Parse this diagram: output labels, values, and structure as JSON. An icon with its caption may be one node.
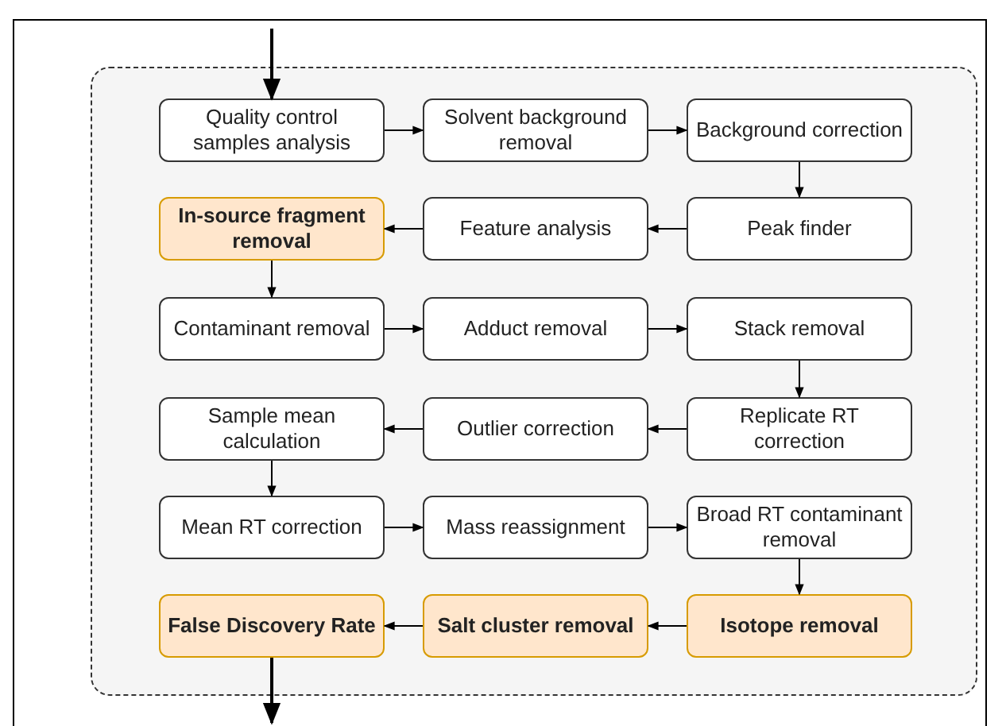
{
  "diagram": {
    "nodes": [
      {
        "text": [],
        "shape": "box"
      },
      {
        "text": [
          "Quality control samples analysis"
        ],
        "in": 0
      },
      {
        "text": [
          "Solvent background removal"
        ],
        "in": 0
      },
      {
        "text": [
          "Background correction"
        ],
        "in": 0
      },
      {
        "text": [
          "In-source fragment removal"
        ],
        "in": 0
      },
      {
        "text": [
          "Feature analysis"
        ],
        "in": 0
      },
      {
        "text": [
          "Peak finder"
        ],
        "in": 0
      },
      {
        "text": [
          "Contaminant removal"
        ],
        "in": 0
      },
      {
        "text": [
          "Adduct removal"
        ],
        "in": 0
      },
      {
        "text": [
          "Stack removal"
        ],
        "in": 0
      },
      {
        "text": [
          "Sample mean calculation"
        ],
        "in": 0
      },
      {
        "text": [
          "Outlier correction"
        ],
        "in": 0
      },
      {
        "text": [
          "Replicate RT correction"
        ],
        "in": 0
      },
      {
        "text": [
          "Mean RT correction"
        ],
        "in": 0
      },
      {
        "text": [
          "Mass reassignment"
        ],
        "in": 0
      },
      {
        "text": [
          "Broad RT contaminant removal"
        ],
        "in": 0
      },
      {
        "text": [
          "False Discovery Rate"
        ],
        "in": 0
      },
      {
        "text": [
          "Salt cluster removal"
        ],
        "in": 0
      },
      {
        "text": [
          "Isotope removal"
        ],
        "in": 0
      }
    ],
    "edges": [
      {
        "from": null,
        "to": 1,
        "arrow": "to"
      },
      {
        "from": 1,
        "to": 2,
        "arrow": "to"
      },
      {
        "from": 2,
        "to": 3,
        "arrow": "to"
      },
      {
        "from": 3,
        "to": 6,
        "arrow": "to"
      },
      {
        "from": 6,
        "to": 5,
        "arrow": "to"
      },
      {
        "from": 5,
        "to": 4,
        "arrow": "to"
      },
      {
        "from": 4,
        "to": 7,
        "arrow": "to"
      },
      {
        "from": 7,
        "to": 8,
        "arrow": "to"
      },
      {
        "from": 8,
        "to": 9,
        "arrow": "to"
      },
      {
        "from": 9,
        "to": 12,
        "arrow": "to"
      },
      {
        "from": 12,
        "to": 11,
        "arrow": "to"
      },
      {
        "from": 11,
        "to": 10,
        "arrow": "to"
      },
      {
        "from": 10,
        "to": 13,
        "arrow": "to"
      },
      {
        "from": 13,
        "to": 14,
        "arrow": "to"
      },
      {
        "from": 14,
        "to": 15,
        "arrow": "to"
      },
      {
        "from": 15,
        "to": 18,
        "arrow": "to"
      },
      {
        "from": 18,
        "to": 17,
        "arrow": "to"
      },
      {
        "from": 17,
        "to": 16,
        "arrow": "to"
      },
      {
        "from": 16,
        "to": null,
        "arrow": "to"
      }
    ]
  }
}
